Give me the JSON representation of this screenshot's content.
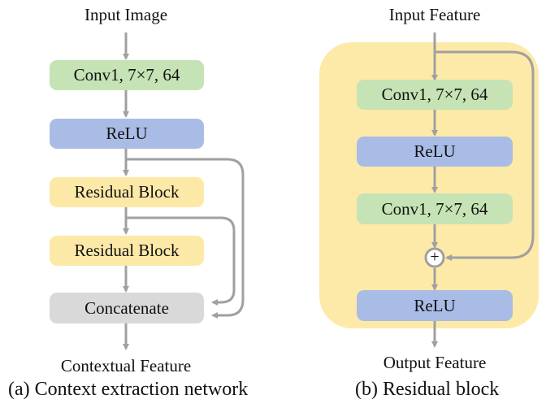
{
  "left": {
    "input_label": "Input Image",
    "blocks": [
      {
        "label": "Conv1, 7×7, 64",
        "type": "conv"
      },
      {
        "label": "ReLU",
        "type": "activation"
      },
      {
        "label": "Residual Block",
        "type": "residual"
      },
      {
        "label": "Residual Block",
        "type": "residual"
      },
      {
        "label": "Concatenate",
        "type": "concat"
      }
    ],
    "output_label": "Contextual Feature",
    "caption": "(a) Context extraction network"
  },
  "right": {
    "input_label": "Input Feature",
    "blocks": [
      {
        "label": "Conv1, 7×7, 64",
        "type": "conv"
      },
      {
        "label": "ReLU",
        "type": "activation"
      },
      {
        "label": "Conv1, 7×7, 64",
        "type": "conv"
      },
      {
        "label": "ReLU",
        "type": "activation"
      }
    ],
    "sum_symbol": "+",
    "output_label": "Output Feature",
    "caption": "(b) Residual block"
  },
  "colors": {
    "conv": "#c5e3b4",
    "activation": "#a9bce6",
    "residual": "#fde9a7",
    "concat": "#d9d9d9",
    "panel": "#fdeaa8",
    "arrow": "#a0a0a0"
  }
}
